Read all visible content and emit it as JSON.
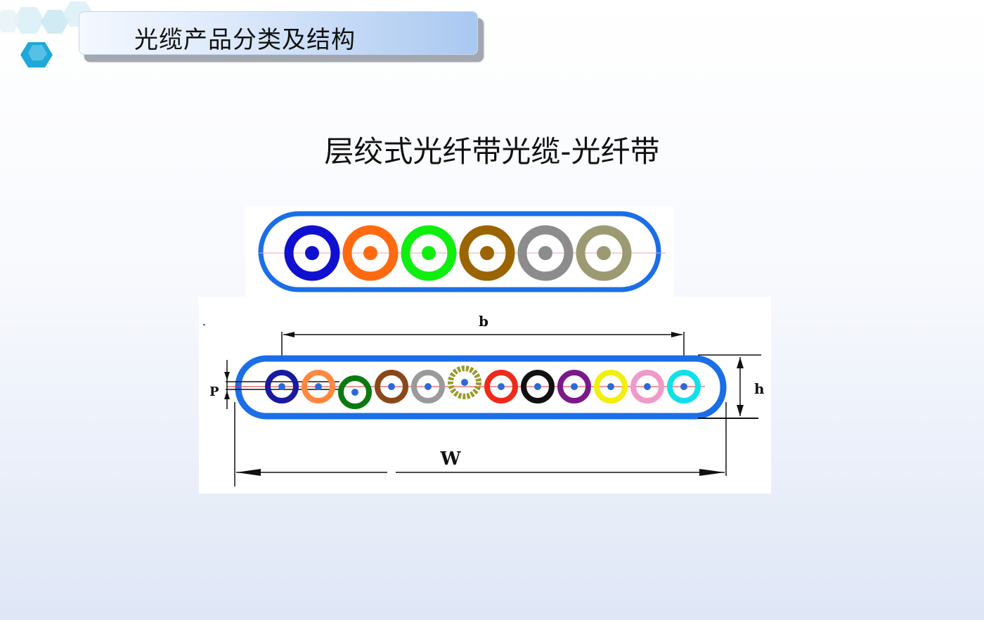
{
  "header": {
    "title": "光缆产品分类及结构"
  },
  "heading": "层绞式光纤带光缆-光纤带",
  "diagram": {
    "top_ribbon": {
      "fiber_colors": [
        "#1010d0",
        "#ff6a10",
        "#10ee10",
        "#9a6400",
        "#8c8c8c",
        "#9c9a72"
      ],
      "ribbon_color": "#1a6ee8"
    },
    "bottom_ribbon": {
      "fiber_colors": [
        "#1a1aa0",
        "#ff8840",
        "#0a7a10",
        "#8a4818",
        "#9a9a9a",
        "#9a9a30",
        "#ee2a1a",
        "#111111",
        "#7a1a8a",
        "#f2ee10",
        "#f09ac8",
        "#10e0e8"
      ],
      "ribbon_color": "#1a6ee8",
      "labels": {
        "width": "W",
        "height": "h",
        "pitch": "b",
        "thickness": "P"
      }
    }
  }
}
